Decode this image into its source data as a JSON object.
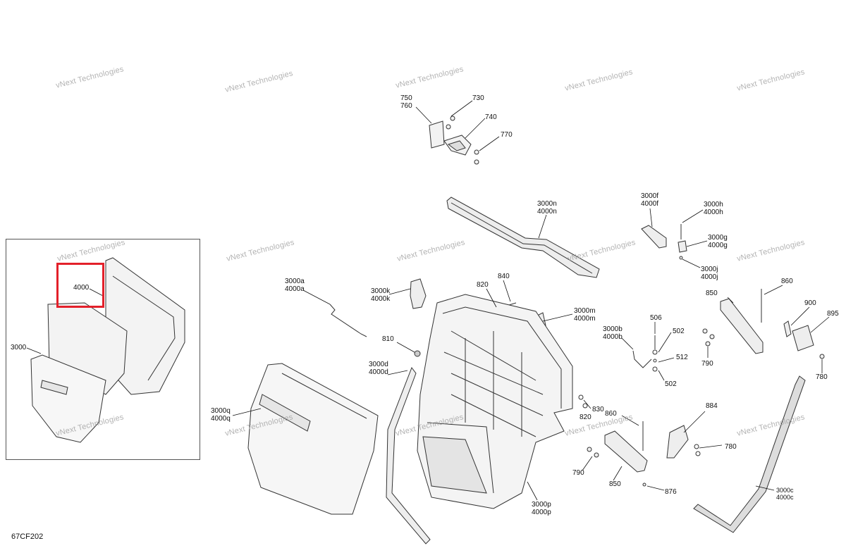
{
  "diagram": {
    "reference_code": "67CF202",
    "watermark": {
      "line1": "vNext Technologies",
      "line2": "vNext"
    },
    "highlight_label": "4000",
    "inset_label": "3000",
    "callouts": {
      "c750": "750",
      "c760": "760",
      "c730": "730",
      "c740": "740",
      "c770": "770",
      "c3000n": "3000n",
      "c4000n": "4000n",
      "c3000f": "3000f",
      "c4000f": "4000f",
      "c3000h": "3000h",
      "c4000h": "4000h",
      "c3000g": "3000g",
      "c4000g": "4000g",
      "c3000j": "3000j",
      "c4000j": "4000j",
      "c3000a": "3000a",
      "c4000a": "4000a",
      "c3000k": "3000k",
      "c4000k": "4000k",
      "c820": "820",
      "c840": "840",
      "c3000m": "3000m",
      "c4000m": "4000m",
      "c860a": "860",
      "c850a": "850",
      "c900": "900",
      "c895": "895",
      "c790a": "790",
      "c780a": "780",
      "c810": "810",
      "c3000d": "3000d",
      "c4000d": "4000d",
      "c3000b": "3000b",
      "c4000b": "4000b",
      "c506": "506",
      "c502a": "502",
      "c512": "512",
      "c502b": "502",
      "c3000q": "3000q",
      "c4000q": "4000q",
      "c830": "830",
      "c820b": "820",
      "c860b": "860",
      "c884": "884",
      "c780b": "780",
      "c790b": "790",
      "c850b": "850",
      "c876": "876",
      "c3000p": "3000p",
      "c4000p": "4000p",
      "c3000c": "3000c",
      "c4000c": "4000c"
    }
  }
}
